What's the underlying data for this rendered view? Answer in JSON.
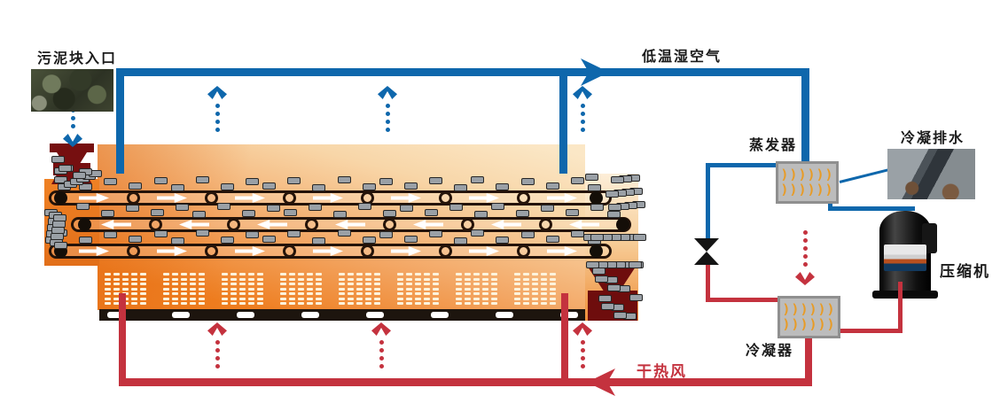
{
  "diagram": {
    "labels": {
      "sludge_inlet": "污泥块入口",
      "cold_humid_air": "低温湿空气",
      "evaporator": "蒸发器",
      "condensate_drain": "冷凝排水",
      "compressor": "压缩机",
      "condenser": "冷凝器",
      "dry_hot_air": "干热风"
    },
    "icons": {
      "coil_row": "))))))"
    },
    "colors": {
      "air_pipe_blue": "#0e67ac",
      "hot_air_red": "#c4323e",
      "dryer_orange": "#ee7d1f",
      "dryer_pale": "#fbe7c6",
      "hopper_dark_red": "#760f10",
      "exchanger_gray": "#bcbcbc",
      "coil_orange": "#e89b25",
      "sludge_block_gray": "#9aa0a6"
    },
    "belts": [
      {
        "direction": "right"
      },
      {
        "direction": "left"
      },
      {
        "direction": "right"
      }
    ]
  }
}
